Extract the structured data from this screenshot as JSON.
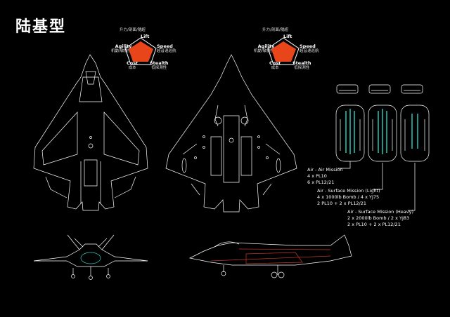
{
  "title": "陆基型",
  "radar": {
    "top_label_cn": "升力/剖面/隨超",
    "lift": "Lift",
    "agility": "Agility",
    "agility_cn": "机動/敏捷性",
    "speed": "Speed",
    "speed_cn": "超音速巡航",
    "cost": "Cost",
    "cost_cn": "成本",
    "stealth": "Stealth",
    "stealth_cn": "低探測性"
  },
  "missions": {
    "air_air": {
      "title": "Air - Air Mission",
      "lines": [
        "4 x PL10",
        "6 x PL12/21"
      ]
    },
    "air_surface_light": {
      "title": "Air - Surface Mission (Light)",
      "lines": [
        "4 x 1000lb Bomb / 4 x YJ75",
        "2 PL10 + 2 x PL12/21"
      ]
    },
    "air_surface_heavy": {
      "title": "Air - Surface Mission (Heavy)",
      "lines": [
        "2 x 2000lb Bomb / 2 x YJ83",
        "2 x PL10 + 2 x PL12/21"
      ]
    }
  },
  "colors": {
    "radar_fill": "#e8461a",
    "missile": "#2fd3c5",
    "line": "#ffffff",
    "accent_red": "#c0392b"
  }
}
